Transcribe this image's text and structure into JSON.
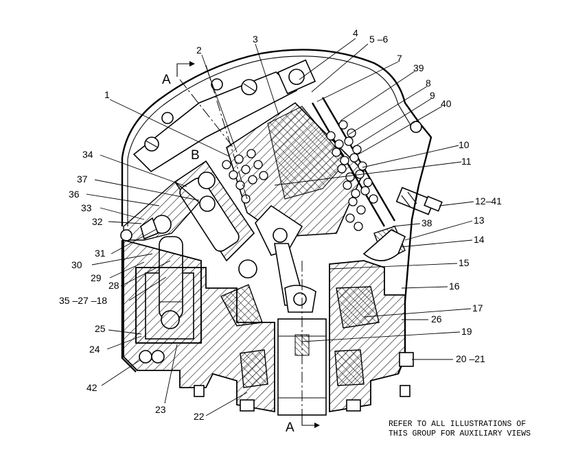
{
  "view_markers": {
    "section_top": "A",
    "section_bottom": "A",
    "detail": "B"
  },
  "callouts": [
    {
      "id": "c1",
      "text": "1"
    },
    {
      "id": "c2",
      "text": "2"
    },
    {
      "id": "c3",
      "text": "3"
    },
    {
      "id": "c4",
      "text": "4"
    },
    {
      "id": "c5",
      "text": "5 –6"
    },
    {
      "id": "c7",
      "text": "7"
    },
    {
      "id": "c39",
      "text": "39"
    },
    {
      "id": "c8",
      "text": "8"
    },
    {
      "id": "c9",
      "text": "9"
    },
    {
      "id": "c40",
      "text": "40"
    },
    {
      "id": "c10",
      "text": "10"
    },
    {
      "id": "c11",
      "text": "11"
    },
    {
      "id": "c12",
      "text": "12–41"
    },
    {
      "id": "c13",
      "text": "13"
    },
    {
      "id": "c38",
      "text": "38"
    },
    {
      "id": "c14",
      "text": "14"
    },
    {
      "id": "c15",
      "text": "15"
    },
    {
      "id": "c16",
      "text": "16"
    },
    {
      "id": "c17",
      "text": "17"
    },
    {
      "id": "c26",
      "text": "26"
    },
    {
      "id": "c19",
      "text": "19"
    },
    {
      "id": "c20",
      "text": "20 –21"
    },
    {
      "id": "c22",
      "text": "22"
    },
    {
      "id": "c23",
      "text": "23"
    },
    {
      "id": "c42",
      "text": "42"
    },
    {
      "id": "c24",
      "text": "24"
    },
    {
      "id": "c25",
      "text": "25"
    },
    {
      "id": "c35",
      "text": "35 –27 –18"
    },
    {
      "id": "c28",
      "text": "28"
    },
    {
      "id": "c29",
      "text": "29"
    },
    {
      "id": "c30",
      "text": "30"
    },
    {
      "id": "c31",
      "text": "31"
    },
    {
      "id": "c32",
      "text": "32"
    },
    {
      "id": "c33",
      "text": "33"
    },
    {
      "id": "c36",
      "text": "36"
    },
    {
      "id": "c37",
      "text": "37"
    },
    {
      "id": "c34",
      "text": "34"
    }
  ],
  "note": {
    "line1": "REFER TO ALL ILLUSTRATIONS OF",
    "line2": "THIS GROUP FOR AUXILIARY VIEWS"
  }
}
